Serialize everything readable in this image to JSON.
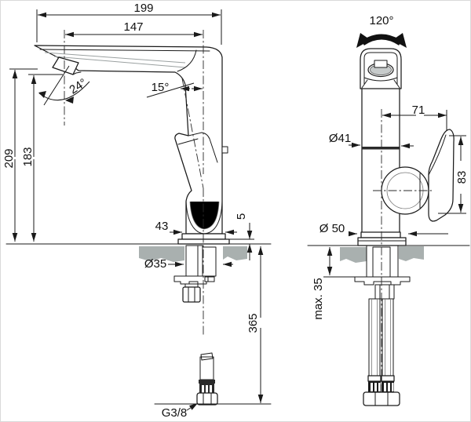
{
  "drawing": {
    "side_view": {
      "overall_width": "199",
      "spout_reach": "147",
      "handle_angle": "24°",
      "spout_tilt_angle": "15°",
      "overall_height": "209",
      "outlet_height": "183",
      "body_depth": "43",
      "base_plate_thickness": "5",
      "mounting_hole_diameter": "Ø35",
      "supply_hose_length": "365",
      "connection_thread": "G3/8"
    },
    "front_view": {
      "spout_swivel_angle": "120°",
      "handle_offset": "71",
      "body_diameter": "Ø41",
      "handle_height": "83",
      "base_diameter": "Ø 50",
      "max_mounting_thickness": "max. 35"
    },
    "colors": {
      "line": "#1a1a1a",
      "countertop": "#a9b0af",
      "aerator": "#c7cbcb",
      "background": "#ffffff",
      "frame": "#d9d9d9"
    }
  }
}
